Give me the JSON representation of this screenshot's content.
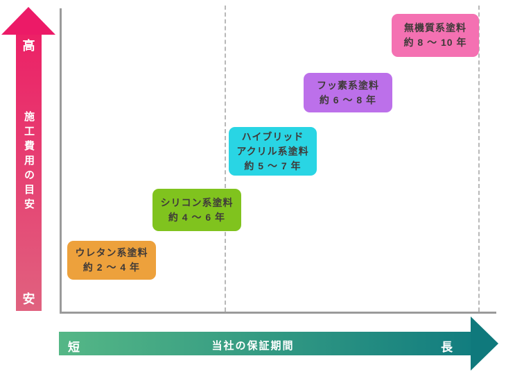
{
  "chart_data": {
    "type": "scatter",
    "title": "",
    "xlabel": "当社の保証期間",
    "ylabel": "施工費用の目安",
    "x_axis_ends": {
      "left": "短",
      "right": "長"
    },
    "y_axis_ends": {
      "top": "高",
      "bottom": "安"
    },
    "grid": "two dashed vertical gridlines",
    "legend_position": "none",
    "points": [
      {
        "label": "ウレタン系塗料",
        "lines": [
          "ウレタン系塗料",
          "約 2 ～ 4 年"
        ],
        "years_min": 2,
        "years_max": 4,
        "cost_rank": 1,
        "color": "#eda13c"
      },
      {
        "label": "シリコン系塗料",
        "lines": [
          "シリコン系塗料",
          "約 4 ～ 6 年"
        ],
        "years_min": 4,
        "years_max": 6,
        "cost_rank": 2,
        "color": "#80c31e"
      },
      {
        "label": "ハイブリッドアクリル系塗料",
        "lines": [
          "ハイブリッド",
          "アクリル系塗料",
          "約 5 ～ 7 年"
        ],
        "years_min": 5,
        "years_max": 7,
        "cost_rank": 3,
        "color": "#29d5e4"
      },
      {
        "label": "フッ素系塗料",
        "lines": [
          "フッ素系塗料",
          "約 6 ～ 8 年"
        ],
        "years_min": 6,
        "years_max": 8,
        "cost_rank": 4,
        "color": "#bc70ea"
      },
      {
        "label": "無機質系塗料",
        "lines": [
          "無機質系塗料",
          "約 8 ～ 10 年"
        ],
        "years_min": 8,
        "years_max": 10,
        "cost_rank": 5,
        "color": "#f471b2"
      }
    ]
  },
  "y_axis": {
    "title": "施工費用の目安",
    "top_label": "高",
    "bottom_label": "安",
    "arrow_color_top": "#ec1a67",
    "arrow_color_bottom": "#e0627f"
  },
  "x_axis": {
    "title": "当社の保証期間",
    "left_label": "短",
    "right_label": "長",
    "arrow_color_left": "#55b786",
    "arrow_color_right": "#0f797c"
  },
  "frame": {
    "axis_color": "#9a9a9a",
    "gridline_color": "#b8b8b8"
  }
}
